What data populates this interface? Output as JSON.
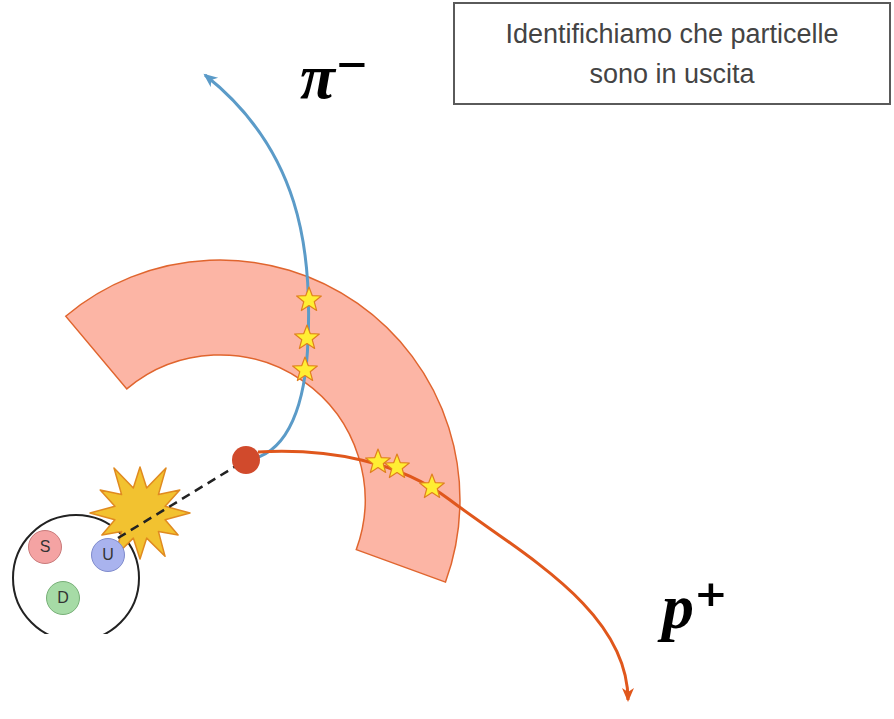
{
  "diagram": {
    "nodes": [
      {
        "text": [
          "Identifichiamo che particelle sono in uscita"
        ]
      },
      {
        "text": [
          "S"
        ]
      },
      {
        "text": [
          "U"
        ]
      },
      {
        "text": [
          "D"
        ]
      }
    ],
    "labels": [
      "π⁻",
      "p⁺"
    ]
  }
}
